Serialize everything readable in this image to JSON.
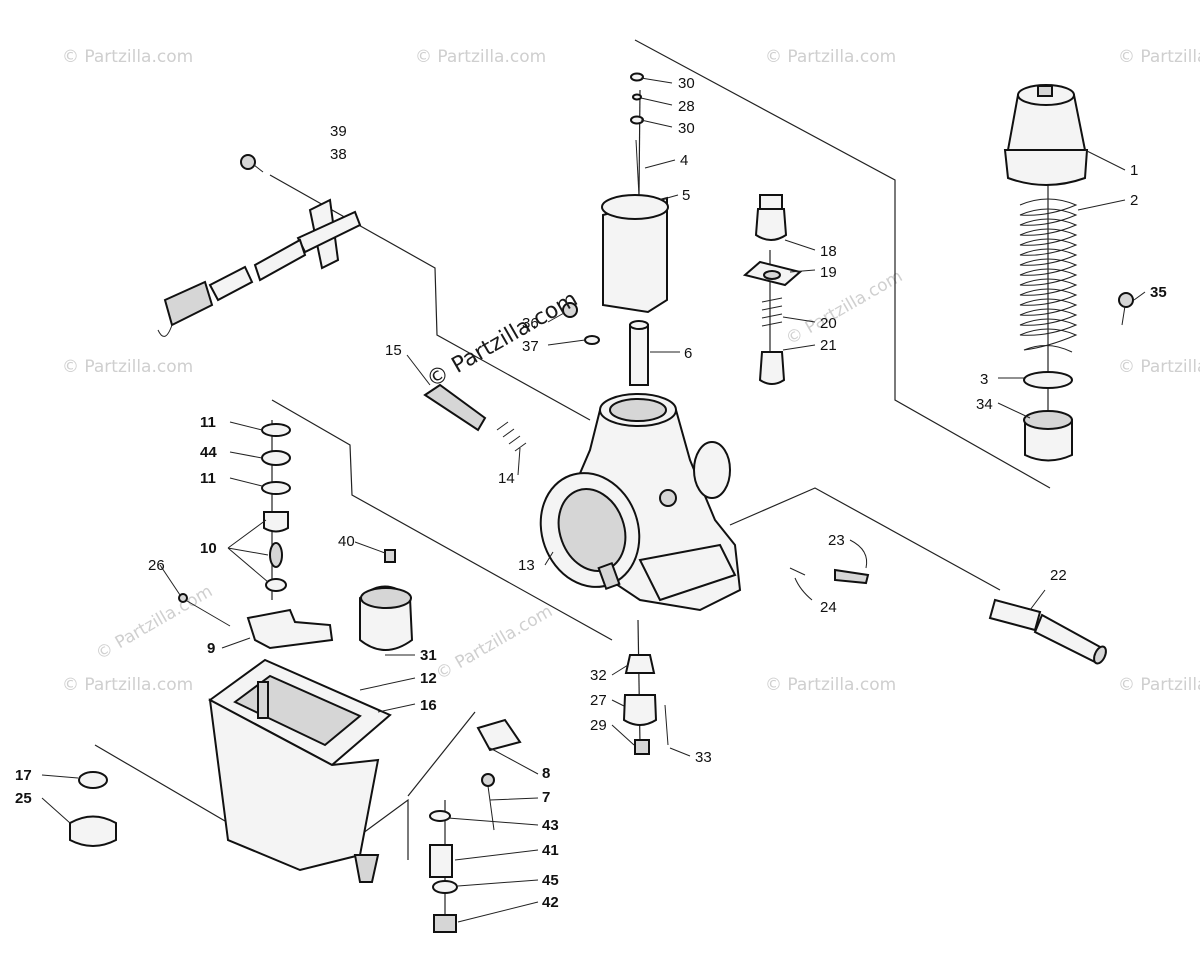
{
  "watermarks": [
    {
      "text": "© Partzilla.com"
    },
    {
      "text": "© Partzilla.com"
    },
    {
      "text": "© Partzilla.com"
    },
    {
      "text": "© Partzilla.com"
    },
    {
      "text": "© Partzilla.com"
    },
    {
      "text": "© Partzilla.com"
    },
    {
      "text": "© Partzilla.com"
    },
    {
      "text": "© Partzilla.com"
    },
    {
      "text": "© Partzilla.com"
    },
    {
      "text": "© Partzilla.com"
    },
    {
      "text": "© Partzilla.com"
    },
    {
      "text": "© Partzilla.com"
    }
  ],
  "center_watermark": "© Partzilla.com",
  "callouts": {
    "c1": "1",
    "c2": "2",
    "c3": "3",
    "c4": "4",
    "c5": "5",
    "c6": "6",
    "c7": "7",
    "c8": "8",
    "c9": "9",
    "c10": "10",
    "c11a": "11",
    "c11b": "11",
    "c12": "12",
    "c13": "13",
    "c14": "14",
    "c15": "15",
    "c16": "16",
    "c17": "17",
    "c18": "18",
    "c19": "19",
    "c20": "20",
    "c21": "21",
    "c22": "22",
    "c23": "23",
    "c24": "24",
    "c25": "25",
    "c26": "26",
    "c27": "27",
    "c28": "28",
    "c29": "29",
    "c30a": "30",
    "c30b": "30",
    "c31": "31",
    "c32": "32",
    "c33": "33",
    "c34": "34",
    "c35": "35",
    "c36": "36",
    "c37": "37",
    "c38": "38",
    "c39": "39",
    "c40": "40",
    "c41": "41",
    "c42": "42",
    "c43": "43",
    "c44": "44",
    "c45": "45"
  }
}
